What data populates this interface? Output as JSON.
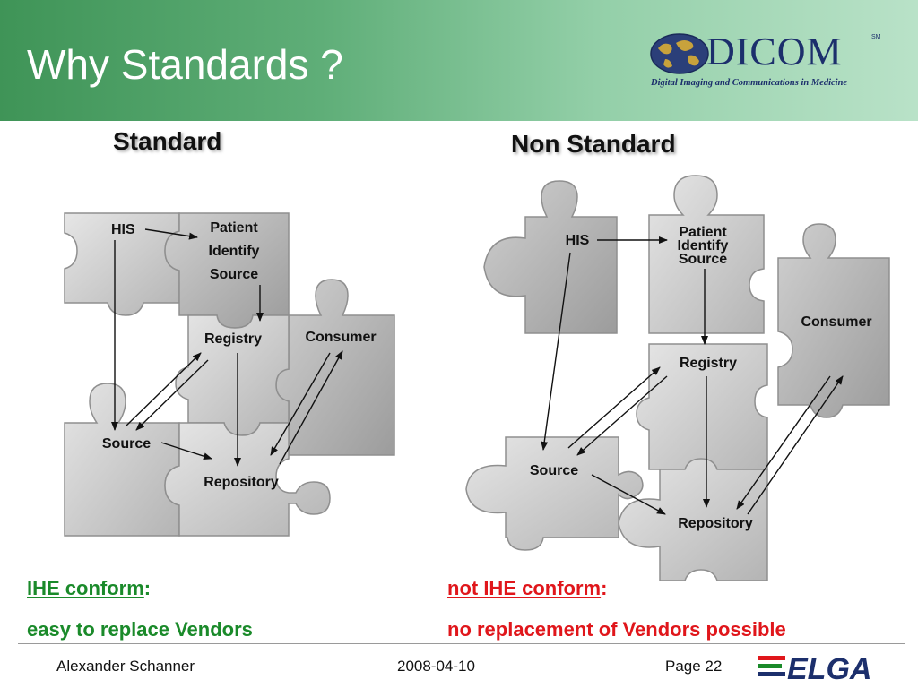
{
  "header": {
    "title": "Why Standards ?",
    "logo": {
      "name": "DICOM",
      "trademark": "SM",
      "tagline": "Digital Imaging and Communications in Medicine"
    }
  },
  "standard": {
    "heading": "Standard",
    "labels": {
      "his": "HIS",
      "pis_line1": "Patient",
      "pis_line2": "Identify",
      "pis_line3": "Source",
      "registry": "Registry",
      "consumer": "Consumer",
      "source": "Source",
      "repository": "Repository"
    }
  },
  "non_standard": {
    "heading": "Non Standard",
    "labels": {
      "his": "HIS",
      "pis_line1": "Patient",
      "pis_line2": "Identify",
      "pis_line3": "Source",
      "registry": "Registry",
      "consumer": "Consumer",
      "source": "Source",
      "repository": "Repository"
    }
  },
  "captions": {
    "left_title": "IHE conform",
    "left_colon": ":",
    "left_text": "easy to replace Vendors",
    "right_title": "not IHE conform",
    "right_colon": ":",
    "right_text": "no replacement of Vendors possible"
  },
  "colors": {
    "conform": "#1a8a2a",
    "non_conform": "#e0161b",
    "header_green": "#3f9457"
  },
  "footer": {
    "author": "Alexander Schanner",
    "date": "2008-04-10",
    "page": "Page 22",
    "logo_text": "ELGA"
  }
}
